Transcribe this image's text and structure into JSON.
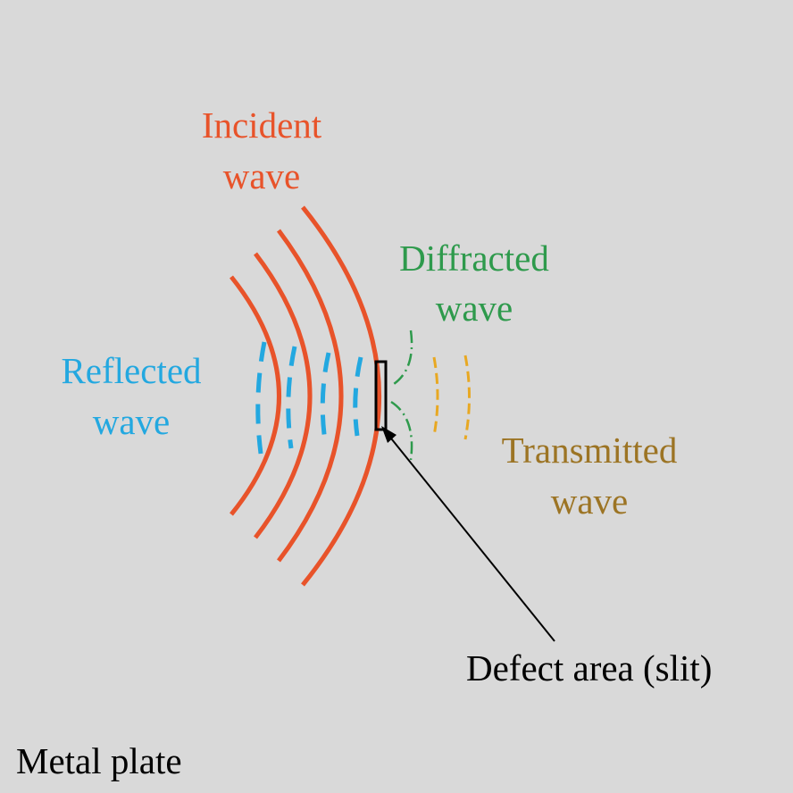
{
  "labels": {
    "incident_line1": "Incident",
    "incident_line2": "wave",
    "diffracted_line1": "Diffracted",
    "diffracted_line2": "wave",
    "reflected_line1": "Reflected",
    "reflected_line2": "wave",
    "transmitted_line1": "Transmitted",
    "transmitted_line2": "wave",
    "defect": "Defect area (slit)",
    "plate": "Metal plate"
  },
  "colors": {
    "background": "#d9d9d9",
    "incident": "#e8532a",
    "reflected": "#23a8e0",
    "diffracted": "#2e9a4c",
    "transmitted_line": "#e8a822",
    "transmitted_text": "#9c7424",
    "defect": "#000000"
  }
}
